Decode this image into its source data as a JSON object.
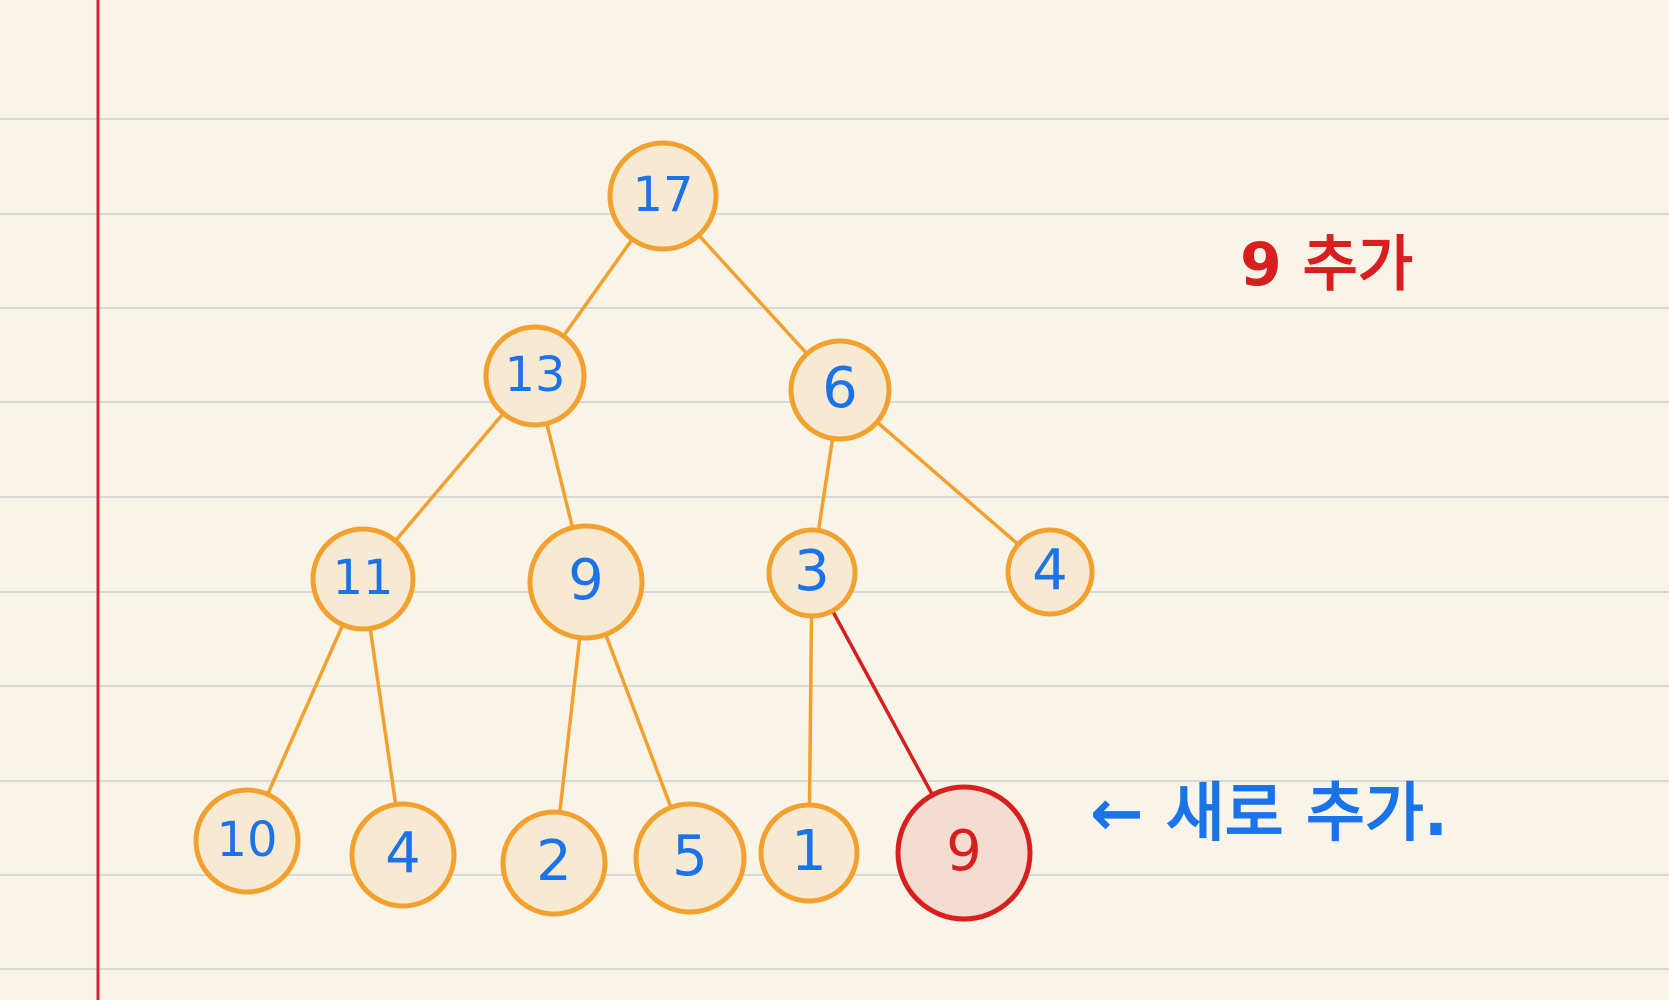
{
  "colors": {
    "paper": "#f8f4e8",
    "rule_line": "#d8d8d6",
    "margin_line": "#d0243a",
    "node_stroke": "#f2a12e",
    "node_fill": "#f8ead2",
    "edge": "#f2a12e",
    "new_node_stroke": "#d81e1e",
    "new_node_fill": "#f4dcd0",
    "new_edge": "#d81e1e",
    "digit": "#1a73e8",
    "new_digit": "#d81e1e",
    "note_red": "#d81e1e",
    "note_blue": "#1a73e8"
  },
  "tree": {
    "nodes": [
      {
        "id": "n17",
        "label": "17"
      },
      {
        "id": "n13",
        "label": "13"
      },
      {
        "id": "n6",
        "label": "6"
      },
      {
        "id": "n11",
        "label": "11"
      },
      {
        "id": "n9a",
        "label": "9"
      },
      {
        "id": "n3",
        "label": "3"
      },
      {
        "id": "n4a",
        "label": "4"
      },
      {
        "id": "n10",
        "label": "10"
      },
      {
        "id": "n4b",
        "label": "4"
      },
      {
        "id": "n2",
        "label": "2"
      },
      {
        "id": "n5",
        "label": "5"
      },
      {
        "id": "n1",
        "label": "1"
      },
      {
        "id": "n9new",
        "label": "9",
        "highlight": true
      }
    ],
    "edges": [
      {
        "from": "n17",
        "to": "n13"
      },
      {
        "from": "n17",
        "to": "n6"
      },
      {
        "from": "n13",
        "to": "n11"
      },
      {
        "from": "n13",
        "to": "n9a"
      },
      {
        "from": "n6",
        "to": "n3"
      },
      {
        "from": "n6",
        "to": "n4a"
      },
      {
        "from": "n11",
        "to": "n10"
      },
      {
        "from": "n11",
        "to": "n4b"
      },
      {
        "from": "n9a",
        "to": "n2"
      },
      {
        "from": "n9a",
        "to": "n5"
      },
      {
        "from": "n3",
        "to": "n1"
      },
      {
        "from": "n3",
        "to": "n9new",
        "highlight": true
      }
    ]
  },
  "notes": {
    "top_note": "9 추가",
    "bottom_note": "← 새로 추가."
  }
}
